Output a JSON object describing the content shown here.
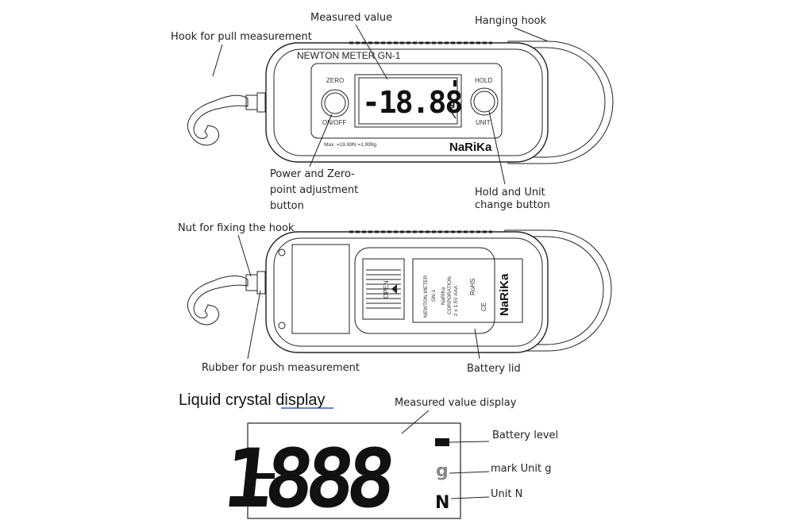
{
  "labels": {
    "measured_value": "Measured value",
    "hanging_hook": "Hanging hook",
    "hook_pull": "Hook for pull measurement",
    "power_zero": [
      "Power and Zero-",
      "point adjustment",
      "button"
    ],
    "hold_unit": [
      "Hold and Unit",
      "change button"
    ],
    "nut_fixing": "Nut for fixing the hook",
    "rubber_push": "Rubber for push measurement",
    "battery_lid": "Battery lid",
    "section_title": "Liquid crystal display",
    "measured_value_display": "Measured value display",
    "battery_level": "Battery level",
    "mark_unit_g": "mark Unit  g",
    "unit_n": "Unit N"
  },
  "device": {
    "model": "NEWTON METER GN-1",
    "zero": "ZERO",
    "on_off": "ON/OFF",
    "hold": "HOLD",
    "unit": "UNIT",
    "max_text": "Max. =19.99N =1,999g",
    "brand": "NaRiKa",
    "lcd_value": "-18.88",
    "lcd_unit_g": "g",
    "open": "OPEN",
    "back_label": [
      "NEWTON METER",
      "GN-1",
      "NaRiKa",
      "CORPORATION",
      "2 x 1.5V AAA",
      "RoHS",
      "CE"
    ]
  },
  "lcd_large": {
    "value": "-18.88",
    "unit_g": "g",
    "unit_n": "N"
  }
}
